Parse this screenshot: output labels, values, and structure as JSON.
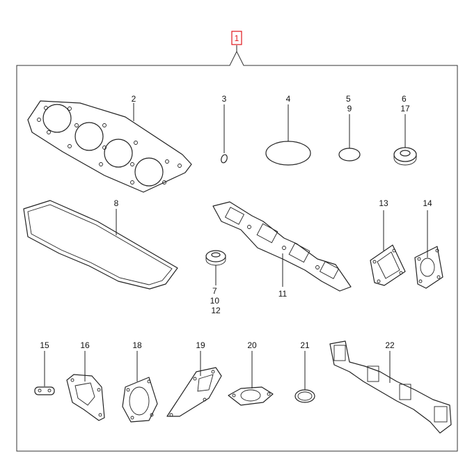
{
  "colors": {
    "kit_marker": "#e0161b",
    "line": "#222222",
    "background": "#ffffff"
  },
  "kit_marker": {
    "label": "1"
  },
  "callouts": [
    {
      "id": "c2",
      "lines": [
        "2"
      ]
    },
    {
      "id": "c3",
      "lines": [
        "3"
      ]
    },
    {
      "id": "c4",
      "lines": [
        "4"
      ]
    },
    {
      "id": "c5",
      "lines": [
        "5",
        "9"
      ]
    },
    {
      "id": "c6",
      "lines": [
        "6",
        "17"
      ]
    },
    {
      "id": "c8",
      "lines": [
        "8"
      ]
    },
    {
      "id": "c7",
      "lines": [
        "7",
        "10",
        "12"
      ]
    },
    {
      "id": "c11",
      "lines": [
        "11"
      ]
    },
    {
      "id": "c13",
      "lines": [
        "13"
      ]
    },
    {
      "id": "c14",
      "lines": [
        "14"
      ]
    },
    {
      "id": "c15",
      "lines": [
        "15"
      ]
    },
    {
      "id": "c16",
      "lines": [
        "16"
      ]
    },
    {
      "id": "c18",
      "lines": [
        "18"
      ]
    },
    {
      "id": "c19",
      "lines": [
        "19"
      ]
    },
    {
      "id": "c20",
      "lines": [
        "20"
      ]
    },
    {
      "id": "c21",
      "lines": [
        "21"
      ]
    },
    {
      "id": "c22",
      "lines": [
        "22"
      ]
    }
  ]
}
